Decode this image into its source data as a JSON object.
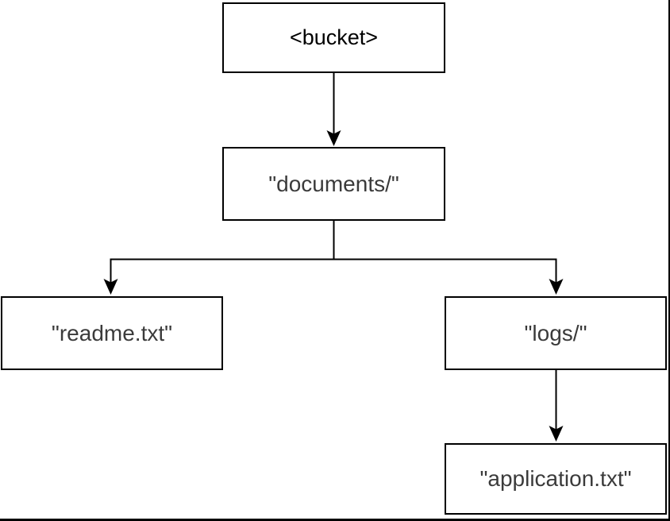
{
  "diagram": {
    "nodes": {
      "bucket": {
        "label": "<bucket>"
      },
      "documents": {
        "label": "\"documents/\""
      },
      "readme": {
        "label": "\"readme.txt\""
      },
      "logs": {
        "label": "\"logs/\""
      },
      "application": {
        "label": "\"application.txt\""
      }
    },
    "edges": [
      {
        "from": "bucket",
        "to": "documents"
      },
      {
        "from": "documents",
        "to": "readme"
      },
      {
        "from": "documents",
        "to": "logs"
      },
      {
        "from": "logs",
        "to": "application"
      }
    ],
    "colors": {
      "background": "#ffffff",
      "box_fill": "#ffffff",
      "box_border": "#000000",
      "connector": "#000000",
      "bucket_text": "#000000",
      "key_text": "#3b3b3b",
      "frame_border": "#000000"
    }
  }
}
